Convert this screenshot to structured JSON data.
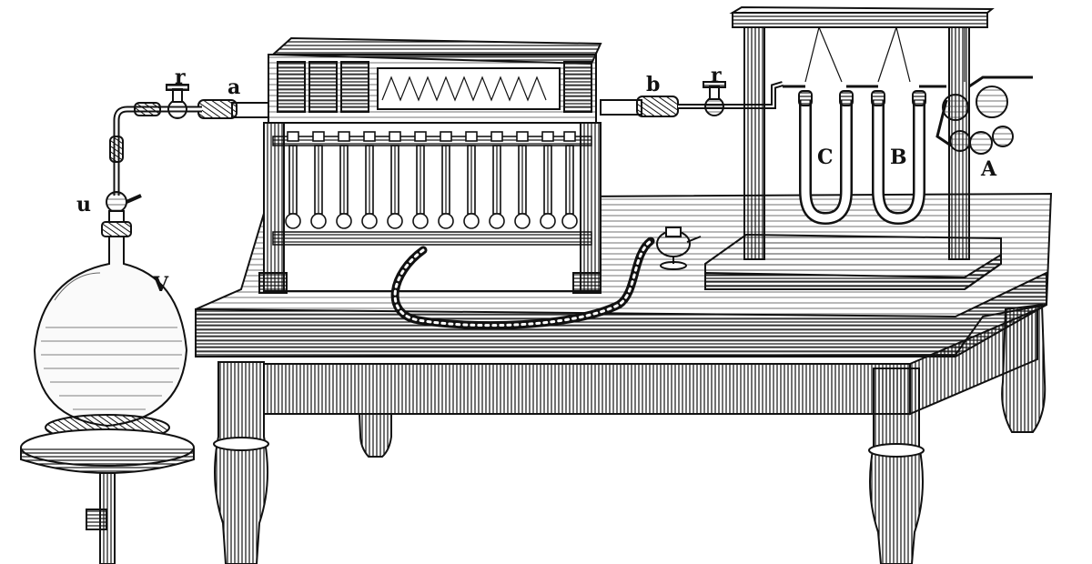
{
  "labels": {
    "r_left": "r",
    "a": "a",
    "b": "b",
    "r_right": "r",
    "u": "u",
    "V": "V",
    "C": "C",
    "B": "B",
    "A": "A"
  },
  "colors": {
    "ink": "#111111",
    "paper": "#ffffff",
    "shade": "#555555"
  }
}
